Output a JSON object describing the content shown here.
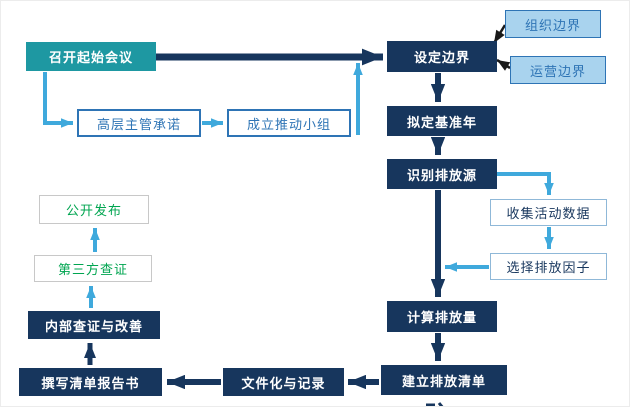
{
  "diagram": {
    "nodes": {
      "kickoff": {
        "label": "召开起始会议"
      },
      "set_boundary": {
        "label": "设定边界"
      },
      "org_boundary": {
        "label": "组织边界"
      },
      "op_boundary": {
        "label": "运营边界"
      },
      "management_commitment": {
        "label": "高层主管承诺"
      },
      "promotion_team": {
        "label": "成立推动小组"
      },
      "base_year": {
        "label": "拟定基准年"
      },
      "identify_sources": {
        "label": "识别排放源"
      },
      "collect_data": {
        "label": "收集活动数据"
      },
      "emission_factors": {
        "label": "选择排放因子"
      },
      "calculate_emissions": {
        "label": "计算排放量"
      },
      "inventory": {
        "label": "建立排放清单"
      },
      "documentation": {
        "label": "文件化与记录"
      },
      "report": {
        "label": "撰写清单报告书"
      },
      "internal_verification": {
        "label": "内部查证与改善"
      },
      "third_party": {
        "label": "第三方查证"
      },
      "publish": {
        "label": "公开发布"
      }
    },
    "colors": {
      "teal": "#1E98A2",
      "navy": "#17365D",
      "light_blue": "#3FA9DC",
      "light_blue_fill": "#A9D3EE",
      "blue_border": "#2E74B5",
      "blue_text": "#2E74B5",
      "thin_border": "#8FB8D8",
      "green": "#00A550",
      "green_border": "#C8C8C8",
      "black": "#1A1A1A"
    }
  }
}
